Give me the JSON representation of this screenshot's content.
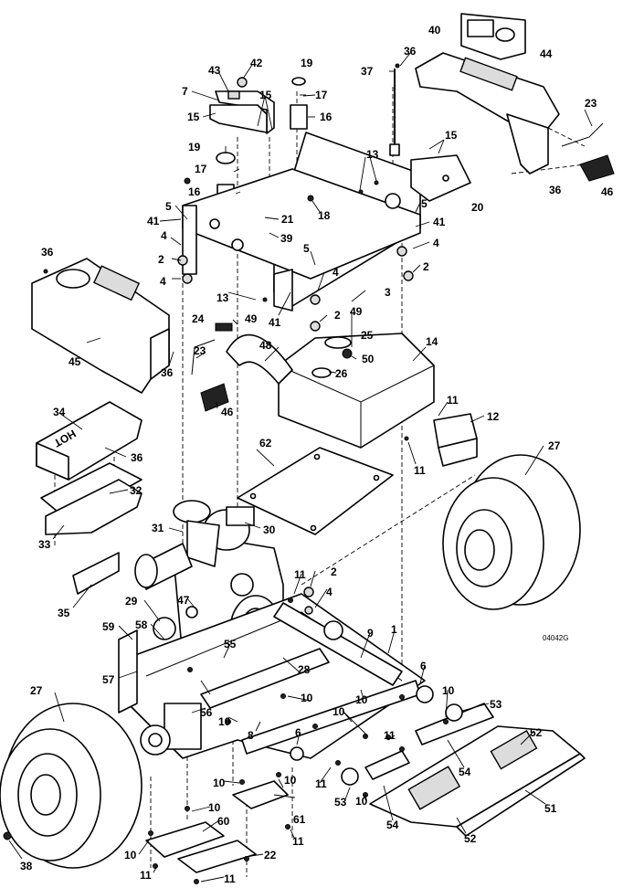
{
  "figure_code": "04042G",
  "callouts": [
    {
      "id": "c1",
      "text": "1"
    },
    {
      "id": "c2a",
      "text": "2"
    },
    {
      "id": "c2b",
      "text": "2"
    },
    {
      "id": "c2c",
      "text": "2"
    },
    {
      "id": "c2d",
      "text": "2"
    },
    {
      "id": "c3",
      "text": "3"
    },
    {
      "id": "c4a",
      "text": "4"
    },
    {
      "id": "c4b",
      "text": "4"
    },
    {
      "id": "c4c",
      "text": "4"
    },
    {
      "id": "c4d",
      "text": "4"
    },
    {
      "id": "c4e",
      "text": "4"
    },
    {
      "id": "c5a",
      "text": "5"
    },
    {
      "id": "c5b",
      "text": "5"
    },
    {
      "id": "c5c",
      "text": "5"
    },
    {
      "id": "c6a",
      "text": "6"
    },
    {
      "id": "c6b",
      "text": "6"
    },
    {
      "id": "c7",
      "text": "7"
    },
    {
      "id": "c8",
      "text": "8"
    },
    {
      "id": "c9",
      "text": "9"
    },
    {
      "id": "c10a",
      "text": "10"
    },
    {
      "id": "c10b",
      "text": "10"
    },
    {
      "id": "c10c",
      "text": "10"
    },
    {
      "id": "c10d",
      "text": "10"
    },
    {
      "id": "c10e",
      "text": "10"
    },
    {
      "id": "c10f",
      "text": "10"
    },
    {
      "id": "c10g",
      "text": "10"
    },
    {
      "id": "c10h",
      "text": "10"
    },
    {
      "id": "c10i",
      "text": "10"
    },
    {
      "id": "c10j",
      "text": "10"
    },
    {
      "id": "c11a",
      "text": "11"
    },
    {
      "id": "c11b",
      "text": "11"
    },
    {
      "id": "c11c",
      "text": "11"
    },
    {
      "id": "c11d",
      "text": "11"
    },
    {
      "id": "c11e",
      "text": "11"
    },
    {
      "id": "c11f",
      "text": "11"
    },
    {
      "id": "c11g",
      "text": "11"
    },
    {
      "id": "c11h",
      "text": "11"
    },
    {
      "id": "c12",
      "text": "12"
    },
    {
      "id": "c13a",
      "text": "13"
    },
    {
      "id": "c13b",
      "text": "13"
    },
    {
      "id": "c14",
      "text": "14"
    },
    {
      "id": "c15a",
      "text": "15"
    },
    {
      "id": "c15b",
      "text": "15"
    },
    {
      "id": "c15c",
      "text": "15"
    },
    {
      "id": "c16a",
      "text": "16"
    },
    {
      "id": "c16b",
      "text": "16"
    },
    {
      "id": "c17a",
      "text": "17"
    },
    {
      "id": "c17b",
      "text": "17"
    },
    {
      "id": "c18",
      "text": "18"
    },
    {
      "id": "c19a",
      "text": "19"
    },
    {
      "id": "c19b",
      "text": "19"
    },
    {
      "id": "c20",
      "text": "20"
    },
    {
      "id": "c21",
      "text": "21"
    },
    {
      "id": "c22",
      "text": "22"
    },
    {
      "id": "c23a",
      "text": "23"
    },
    {
      "id": "c23b",
      "text": "23"
    },
    {
      "id": "c24",
      "text": "24"
    },
    {
      "id": "c25",
      "text": "25"
    },
    {
      "id": "c26",
      "text": "26"
    },
    {
      "id": "c27a",
      "text": "27"
    },
    {
      "id": "c27b",
      "text": "27"
    },
    {
      "id": "c28",
      "text": "28"
    },
    {
      "id": "c29",
      "text": "29"
    },
    {
      "id": "c30",
      "text": "30"
    },
    {
      "id": "c31",
      "text": "31"
    },
    {
      "id": "c32",
      "text": "32"
    },
    {
      "id": "c33",
      "text": "33"
    },
    {
      "id": "c34",
      "text": "34"
    },
    {
      "id": "c35",
      "text": "35"
    },
    {
      "id": "c36a",
      "text": "36"
    },
    {
      "id": "c36b",
      "text": "36"
    },
    {
      "id": "c36c",
      "text": "36"
    },
    {
      "id": "c36d",
      "text": "36"
    },
    {
      "id": "c36e",
      "text": "36"
    },
    {
      "id": "c37",
      "text": "37"
    },
    {
      "id": "c38",
      "text": "38"
    },
    {
      "id": "c39",
      "text": "39"
    },
    {
      "id": "c40",
      "text": "40"
    },
    {
      "id": "c41a",
      "text": "41"
    },
    {
      "id": "c41b",
      "text": "41"
    },
    {
      "id": "c41c",
      "text": "41"
    },
    {
      "id": "c42",
      "text": "42"
    },
    {
      "id": "c43",
      "text": "43"
    },
    {
      "id": "c44",
      "text": "44"
    },
    {
      "id": "c45",
      "text": "45"
    },
    {
      "id": "c46a",
      "text": "46"
    },
    {
      "id": "c46b",
      "text": "46"
    },
    {
      "id": "c47",
      "text": "47"
    },
    {
      "id": "c48",
      "text": "48"
    },
    {
      "id": "c49a",
      "text": "49"
    },
    {
      "id": "c49b",
      "text": "49"
    },
    {
      "id": "c50",
      "text": "50"
    },
    {
      "id": "c51",
      "text": "51"
    },
    {
      "id": "c52a",
      "text": "52"
    },
    {
      "id": "c52b",
      "text": "52"
    },
    {
      "id": "c53a",
      "text": "53"
    },
    {
      "id": "c53b",
      "text": "53"
    },
    {
      "id": "c54a",
      "text": "54"
    },
    {
      "id": "c54b",
      "text": "54"
    },
    {
      "id": "c55",
      "text": "55"
    },
    {
      "id": "c56",
      "text": "56"
    },
    {
      "id": "c57",
      "text": "57"
    },
    {
      "id": "c58",
      "text": "58"
    },
    {
      "id": "c59",
      "text": "59"
    },
    {
      "id": "c60",
      "text": "60"
    },
    {
      "id": "c61",
      "text": "61"
    },
    {
      "id": "c62",
      "text": "62"
    }
  ],
  "decal_text": "HOT"
}
